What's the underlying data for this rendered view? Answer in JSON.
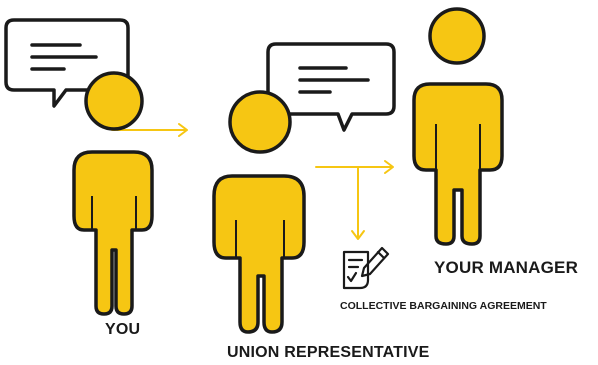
{
  "colors": {
    "figure_fill": "#F6C613",
    "outline": "#1a1a1a",
    "arrow": "#F6C613"
  },
  "labels": {
    "you": "YOU",
    "union_representative": "UNION REPRESENTATIVE",
    "your_manager": "YOUR MANAGER",
    "collective_bargaining_agreement": "COLLECTIVE BARGAINING AGREEMENT"
  },
  "icons": {
    "speech_bubble_you": "speech-bubble-icon",
    "speech_bubble_rep": "speech-bubble-icon",
    "document": "document-pen-icon"
  }
}
